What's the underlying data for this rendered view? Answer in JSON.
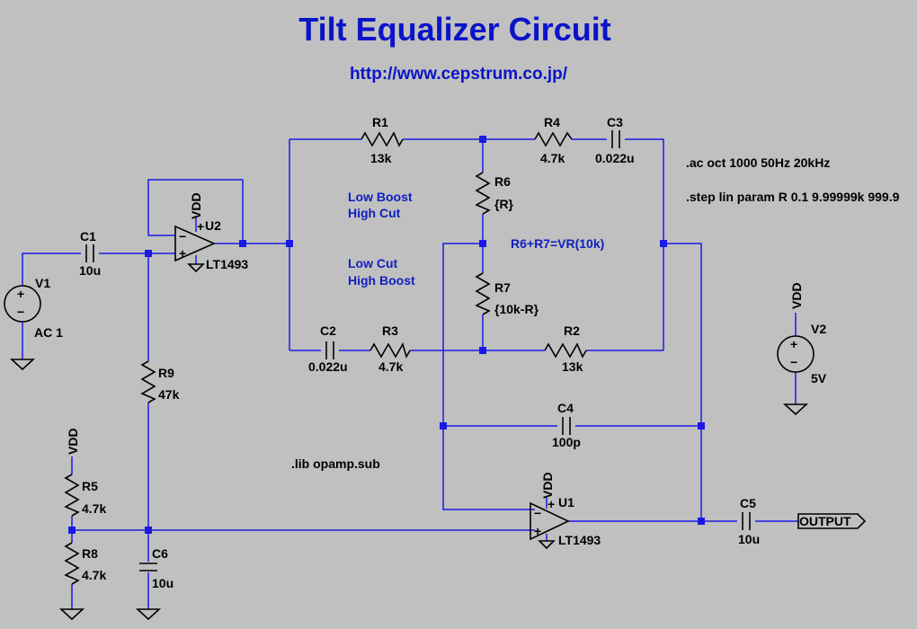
{
  "title": "Tilt Equalizer Circuit",
  "url": "http://www.cepstrum.co.jp/",
  "directives": {
    "ac": ".ac oct 1000 50Hz 20kHz",
    "step": ".step lin param R 0.1 9.99999k 999.9",
    "lib": ".lib opamp.sub"
  },
  "notes": {
    "low_boost": "Low Boost",
    "high_cut": "High Cut",
    "low_cut": "Low Cut",
    "high_boost": "High Boost",
    "relation": "R6+R7=VR(10k)"
  },
  "components": {
    "R1": {
      "name": "R1",
      "value": "13k"
    },
    "R2": {
      "name": "R2",
      "value": "13k"
    },
    "R3": {
      "name": "R3",
      "value": "4.7k"
    },
    "R4": {
      "name": "R4",
      "value": "4.7k"
    },
    "R5": {
      "name": "R5",
      "value": "4.7k"
    },
    "R6": {
      "name": "R6",
      "value": "{R}"
    },
    "R7": {
      "name": "R7",
      "value": "{10k-R}"
    },
    "R8": {
      "name": "R8",
      "value": "4.7k"
    },
    "R9": {
      "name": "R9",
      "value": "47k"
    },
    "C1": {
      "name": "C1",
      "value": "10u"
    },
    "C2": {
      "name": "C2",
      "value": "0.022u"
    },
    "C3": {
      "name": "C3",
      "value": "0.022u"
    },
    "C4": {
      "name": "C4",
      "value": "100p"
    },
    "C5": {
      "name": "C5",
      "value": "10u"
    },
    "C6": {
      "name": "C6",
      "value": "10u"
    },
    "V1": {
      "name": "V1",
      "value": "AC 1"
    },
    "V2": {
      "name": "V2",
      "value": "5V"
    },
    "U1": {
      "name": "U1",
      "value": "LT1493"
    },
    "U2": {
      "name": "U2",
      "value": "LT1493"
    }
  },
  "nets": {
    "vdd": "VDD",
    "output": "OUTPUT"
  },
  "symbols": {
    "plus": "+",
    "minus": "−"
  }
}
